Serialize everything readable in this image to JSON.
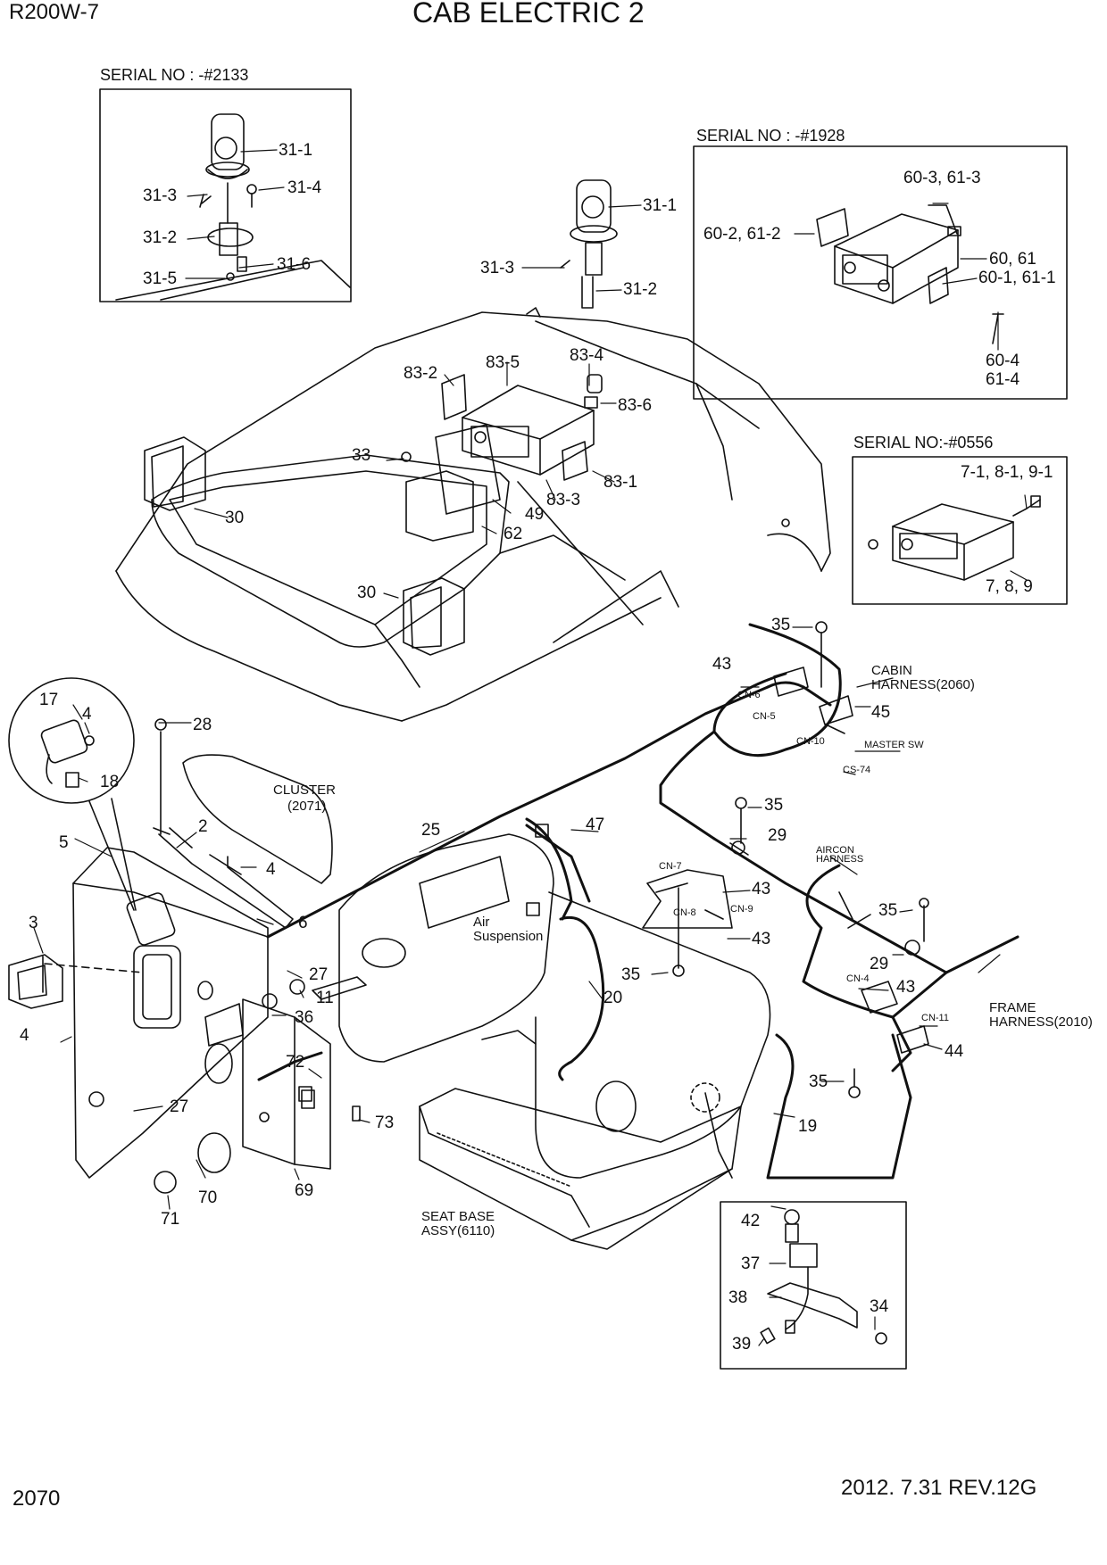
{
  "header": {
    "model": "R200W-7",
    "title": "CAB ELECTRIC 2"
  },
  "footer": {
    "page_number": "2070",
    "revision": "2012. 7.31  REV.12G"
  },
  "insets": {
    "beacon_old": {
      "serial": "SERIAL NO : -#2133",
      "parts": [
        "31-1",
        "31-3",
        "31-4",
        "31-2",
        "31-5",
        "31-6"
      ]
    },
    "radio_old": {
      "serial": "SERIAL NO : -#1928",
      "parts": [
        "60-3, 61-3",
        "60-2, 61-2",
        "60, 61",
        "60-1, 61-1",
        "60-4",
        "61-4"
      ]
    },
    "radio_older": {
      "serial": "SERIAL NO:-#0556",
      "parts": [
        "7-1, 8-1, 9-1",
        "7, 8, 9"
      ]
    },
    "seat_switch": {
      "parts": [
        "42",
        "37",
        "38",
        "34",
        "39"
      ]
    },
    "relay": {
      "parts": [
        "17",
        "4",
        "18"
      ]
    }
  },
  "labels": {
    "beacon": [
      "31-1",
      "31-3",
      "31-2"
    ],
    "roof": [
      "83-4",
      "83-2",
      "83-5",
      "83-6",
      "33",
      "83-1",
      "83-3",
      "49",
      "62",
      "30",
      "30"
    ],
    "right_harness": [
      "35",
      "43",
      "45",
      "35",
      "29",
      "43",
      "43",
      "35",
      "29",
      "43",
      "44",
      "35",
      "19"
    ],
    "connectors": [
      "CN-6",
      "CN-5",
      "CN-10",
      "CS-74",
      "CN-7",
      "CN-8",
      "CN-9",
      "CN-4",
      "CN-11"
    ],
    "notes": {
      "cabin_harness": [
        "CABIN",
        "HARNESS(2060)"
      ],
      "master_sw": "MASTER SW",
      "aircon_harness": [
        "AIRCON",
        "HARNESS"
      ],
      "frame_harness": [
        "FRAME",
        "HARNESS(2010)"
      ],
      "cluster": [
        "CLUSTER",
        "(2071)"
      ],
      "air_suspension": [
        "Air",
        "Suspension"
      ],
      "seat_base": [
        "SEAT BASE",
        "ASSY(6110)"
      ]
    },
    "left_parts": [
      "28",
      "2",
      "5",
      "4",
      "6",
      "3",
      "27",
      "11",
      "36",
      "4",
      "72",
      "27",
      "73",
      "70",
      "69",
      "71"
    ],
    "center_parts": [
      "25",
      "47",
      "20"
    ]
  }
}
